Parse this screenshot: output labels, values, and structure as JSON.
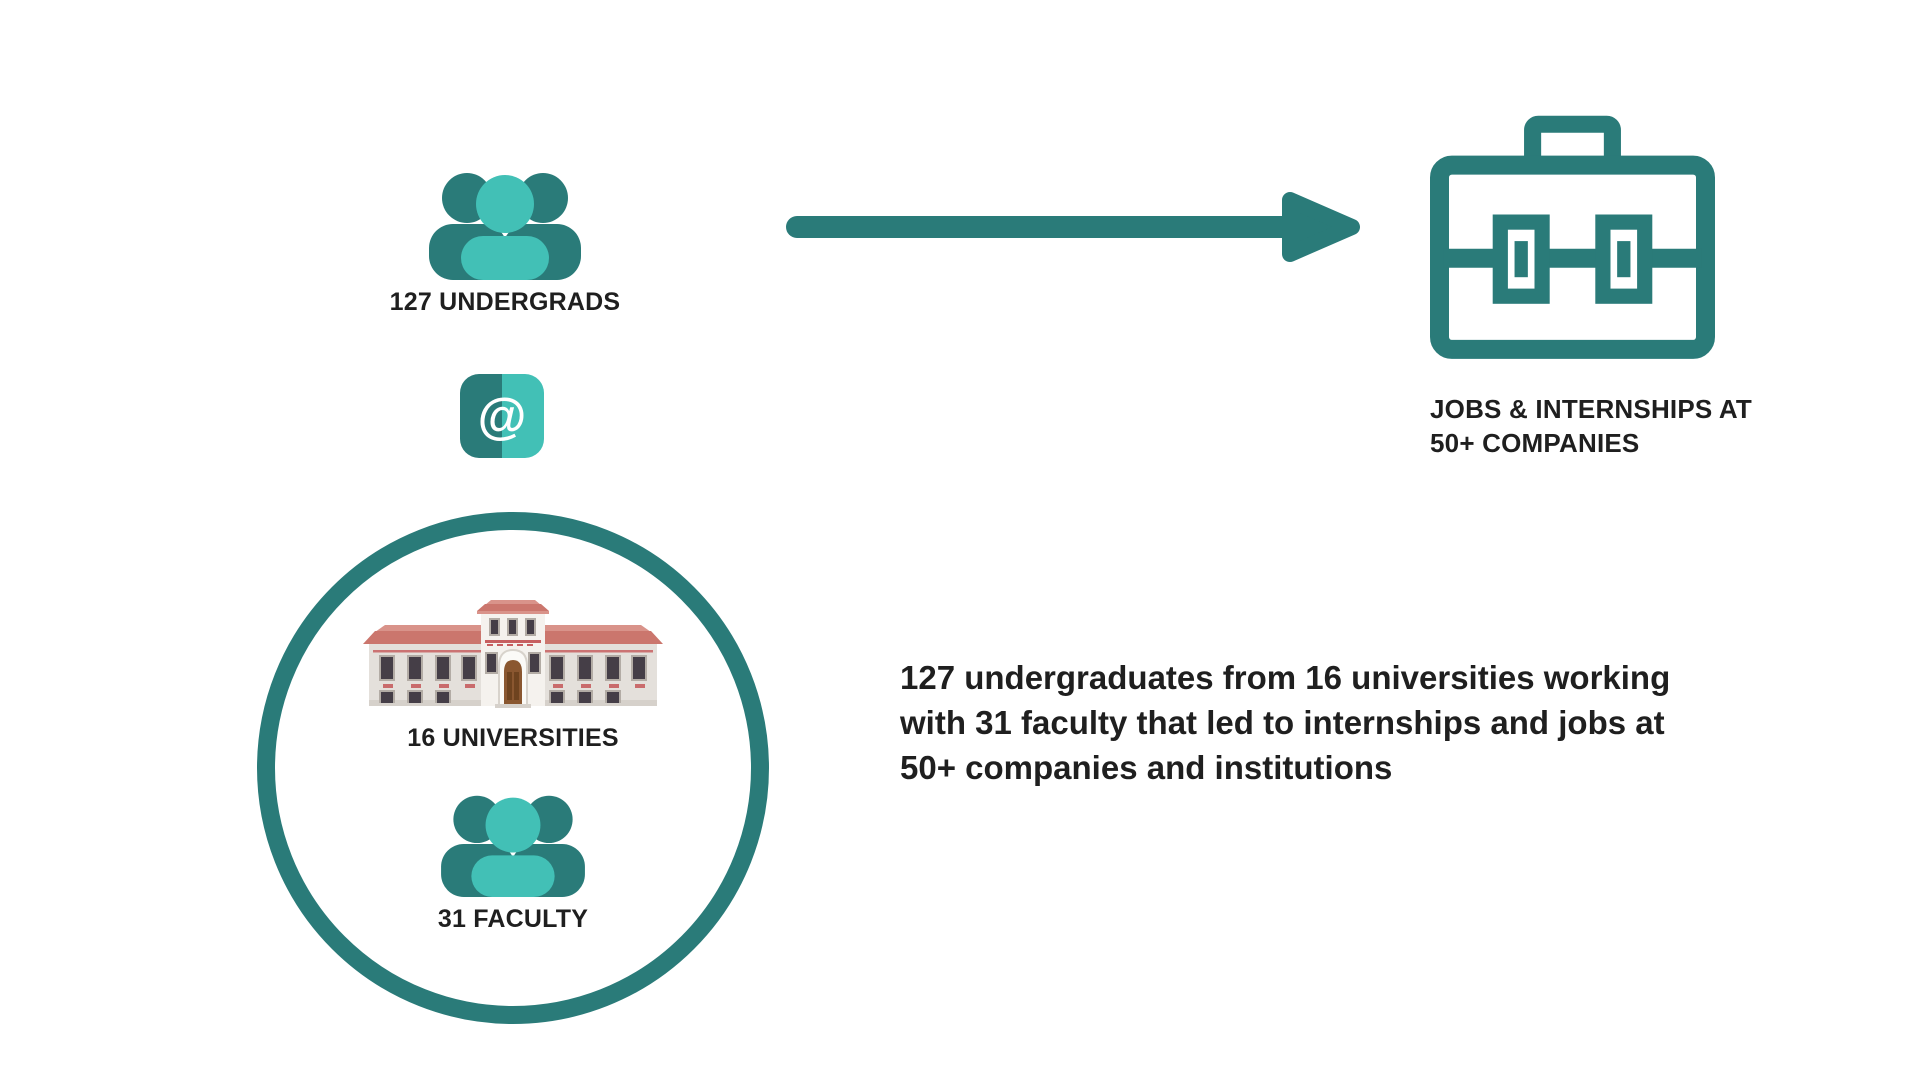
{
  "colors": {
    "teal_dark": "#2A7B79",
    "teal_light": "#42C0B6",
    "text_color": "#1F1F1F"
  },
  "undergrads": {
    "label": "127 UNDERGRADS",
    "icon": "people-group-icon"
  },
  "at_badge": {
    "symbol": "@",
    "icon": "at-symbol-icon"
  },
  "flow": {
    "icon": "right-arrow-icon"
  },
  "jobs": {
    "icon": "briefcase-icon",
    "line1": "JOBS & INTERNSHIPS AT",
    "line2": "50+ COMPANIES"
  },
  "circle_group": {
    "universities": {
      "label": "16 UNIVERSITIES",
      "icon": "university-building-icon"
    },
    "faculty": {
      "label": "31 FACULTY",
      "icon": "people-group-icon"
    }
  },
  "summary": {
    "line1": "127 undergraduates from 16 universities working",
    "line2": "with 31 faculty that led to internships and jobs at",
    "line3": "50+ companies and institutions"
  }
}
